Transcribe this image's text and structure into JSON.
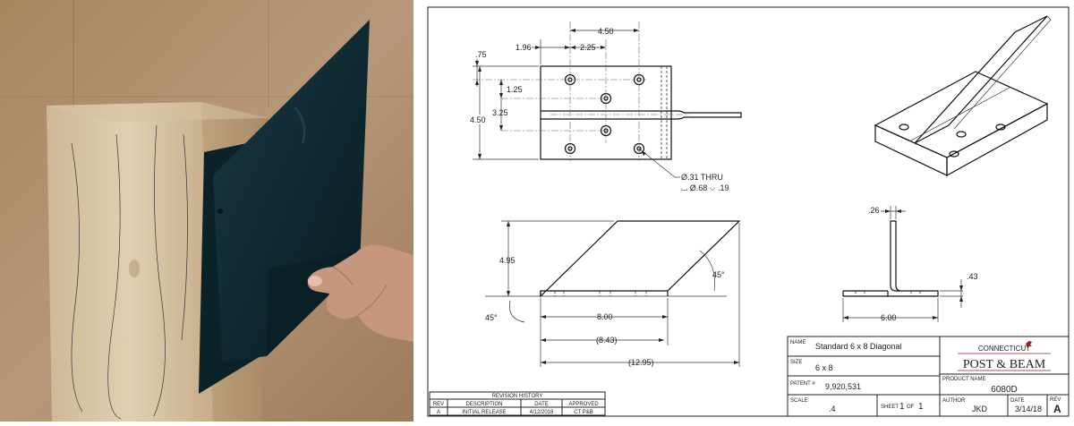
{
  "photo": {
    "colors": {
      "background": "#b08e6e",
      "wood": "#d8c4a4",
      "bracket": "#14303a",
      "hand": "#c89a82"
    }
  },
  "top_view": {
    "dims": {
      "d450_top": "4.50",
      "d196": "1.96",
      "d225": "2.25",
      "d075": ".75",
      "d125": "1.25",
      "d325": "3.25",
      "d450_left": "4.50"
    },
    "hole_note_1": "Ø.31 THRU",
    "hole_note_2": "⌴ Ø.68 ⌵ .19"
  },
  "front_view": {
    "dims": {
      "d495": "4.95",
      "angle_right": "45°",
      "angle_left": "45°",
      "d800": "8.00",
      "d843": "(8.43)",
      "d1295": "(12.95)"
    }
  },
  "side_view": {
    "dims": {
      "d026": ".26",
      "d043": ".43",
      "d600": "6.00"
    }
  },
  "revision_block": {
    "title": "REVISION HISTORY",
    "headers": [
      "REV",
      "DESCRIPTION",
      "DATE",
      "APPROVED"
    ],
    "row": [
      "A",
      "INITIAL RELEASE",
      "4/12/2018",
      "CT P&B"
    ]
  },
  "title_block": {
    "name_label": "NAME",
    "name_value": "Standard 6 x 8 Diagonal",
    "size_label": "SIZE",
    "size_value": "6 x 8",
    "patent_label": "PATENT #",
    "patent_value": "9,920,531",
    "scale_label": "SCALE",
    "scale_value": ".4",
    "sheet_label": "SHEET",
    "sheet_num": "1",
    "sheet_of": "OF",
    "sheet_total": "1",
    "logo_top": "CONNECTICUT",
    "logo_main": "POST & BEAM",
    "product_label": "PRODUCT NAME",
    "product_value": "6080D",
    "author_label": "AUTHOR",
    "author_value": "JKD",
    "date_label": "DATE",
    "date_value": "3/14/18",
    "rev_label": "REV",
    "rev_value": "A",
    "logo_color": "#8a2020"
  }
}
